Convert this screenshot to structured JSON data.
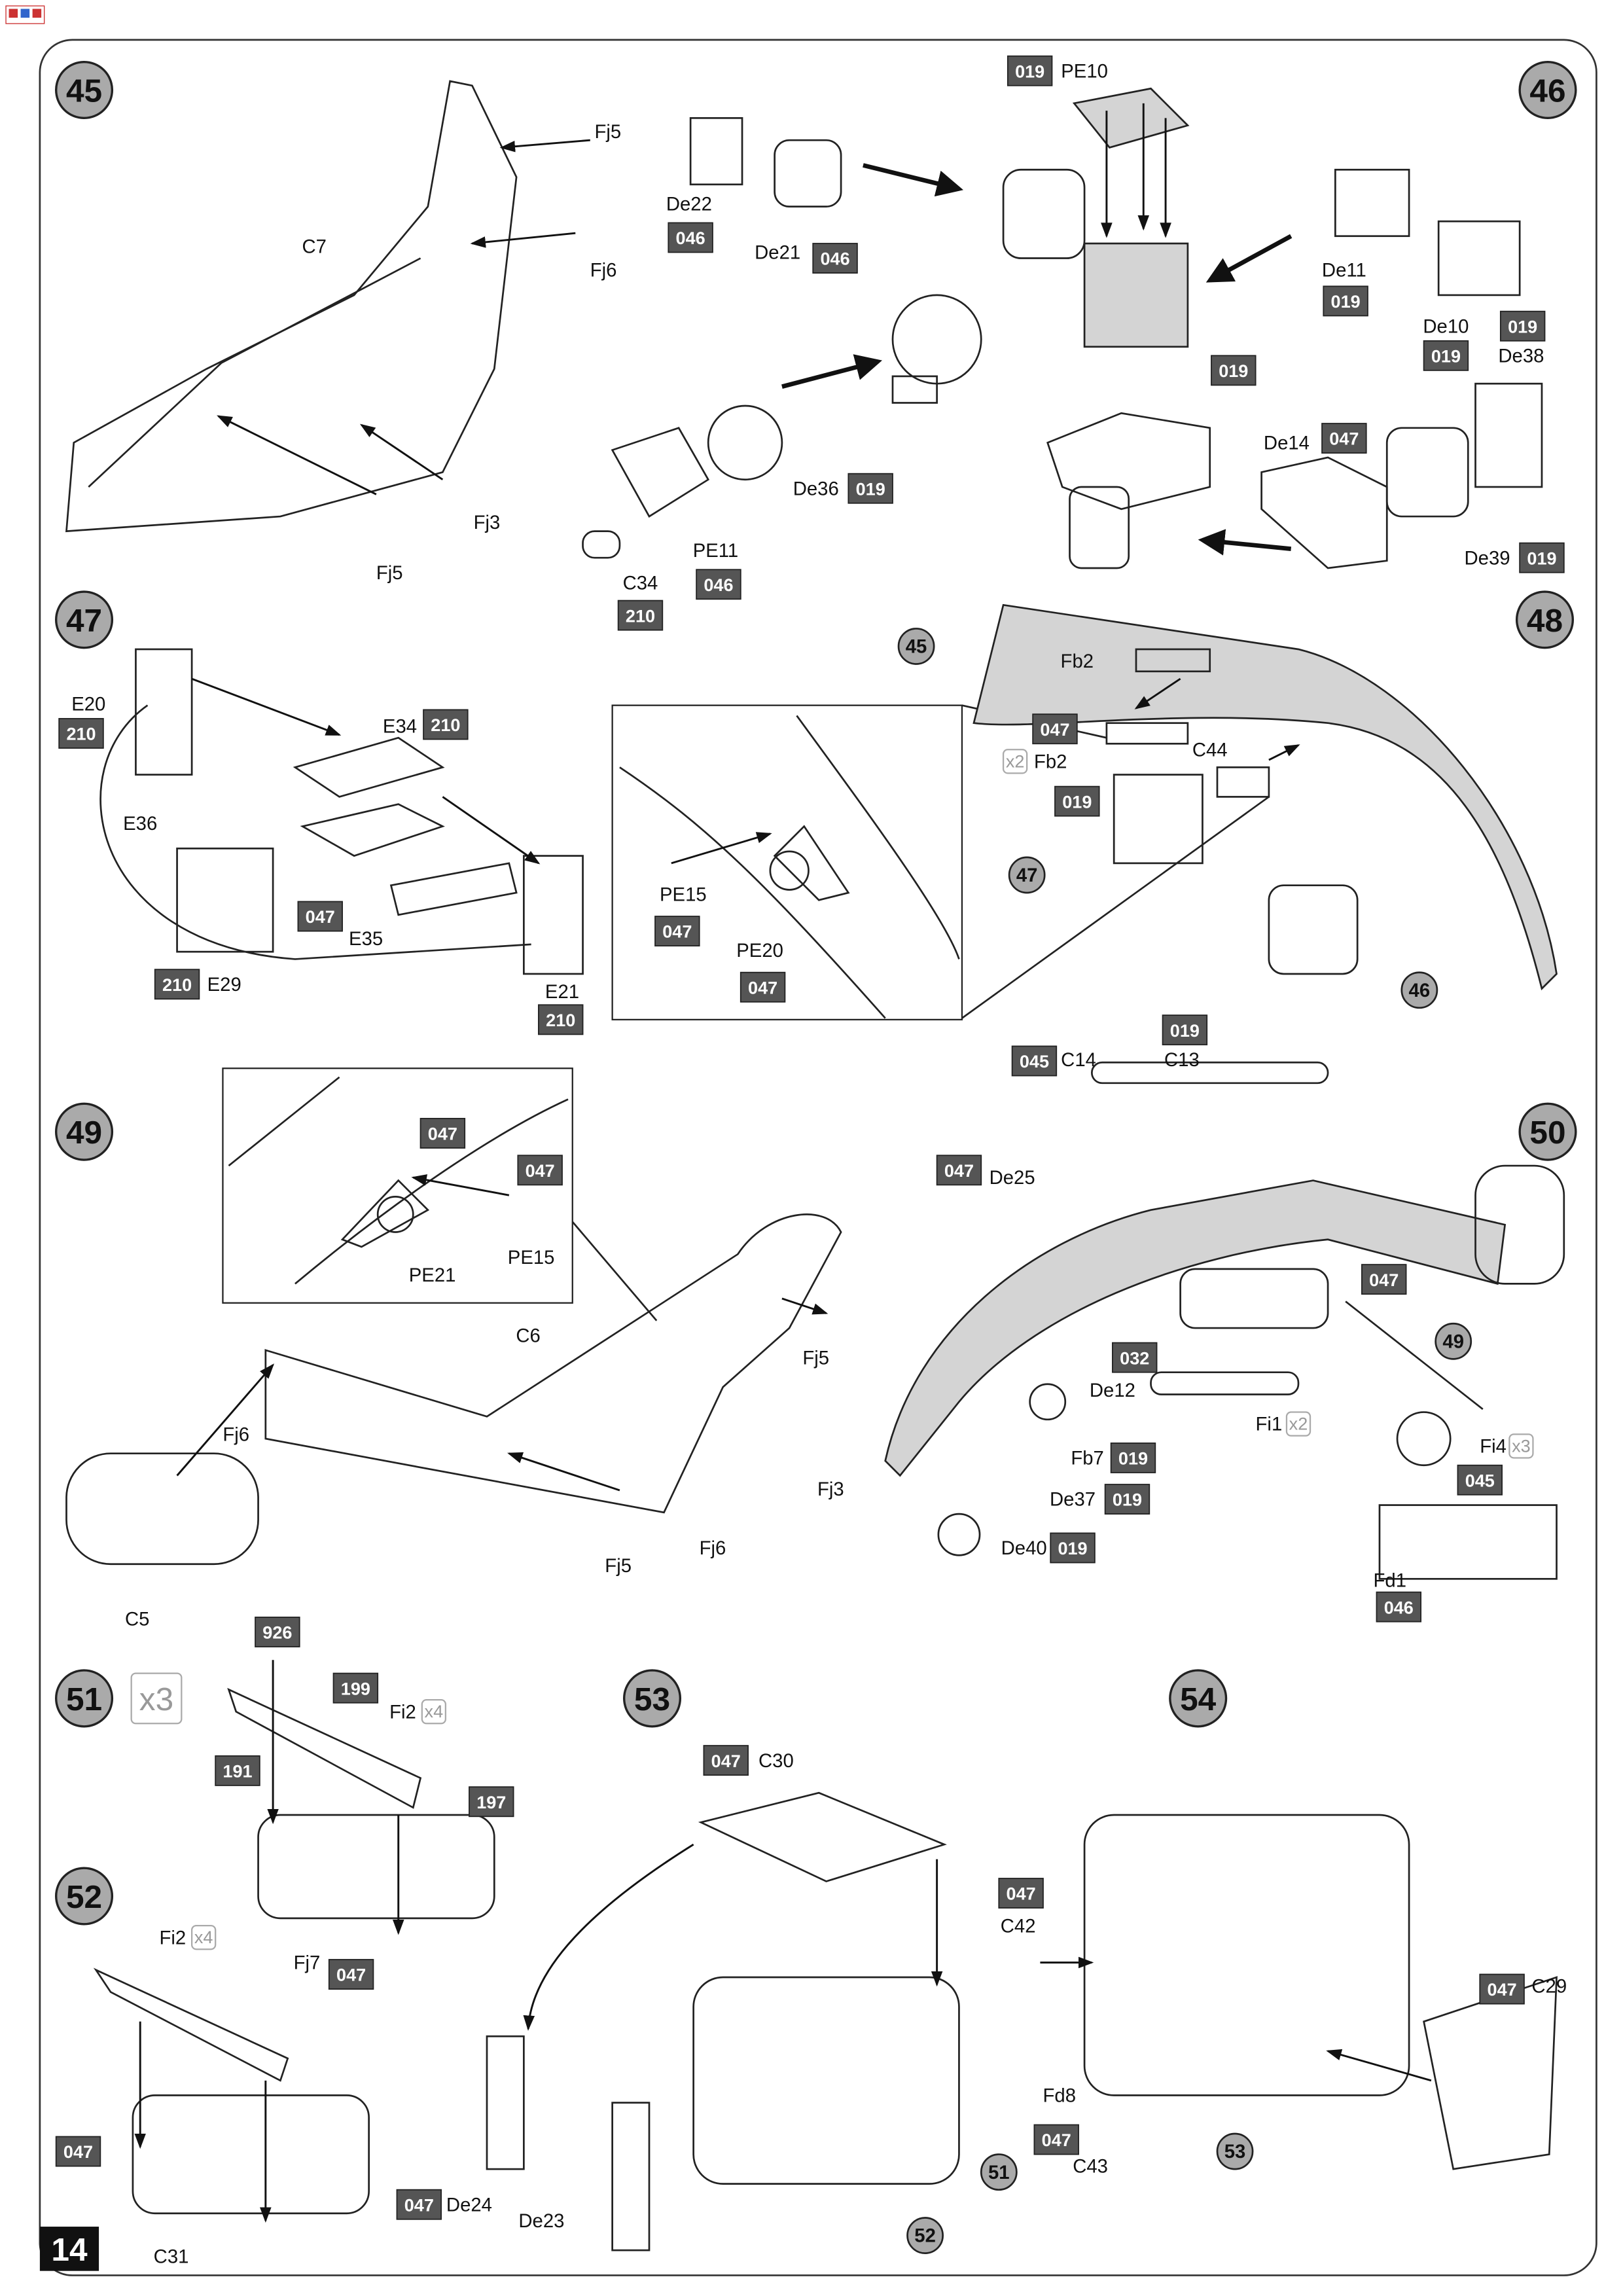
{
  "page_number": "14",
  "colors": {
    "code_box": "#555555",
    "step_circle": "#aaaaaa",
    "plate": "#d4d4d4"
  },
  "s45": {
    "n": "45",
    "parts": [
      "Fj5",
      "Fj6",
      "C7",
      "Fj3",
      "Fj5"
    ]
  },
  "s46": {
    "n": "46",
    "parts": [
      "PE10",
      "De22",
      "De21",
      "De11",
      "De10",
      "De38",
      "De36",
      "PE11",
      "C34",
      "De14",
      "De39"
    ],
    "codes": [
      "019",
      "046",
      "046",
      "019",
      "019",
      "019",
      "019",
      "019",
      "046",
      "210",
      "047",
      "019"
    ]
  },
  "s47": {
    "n": "47",
    "parts": [
      "E20",
      "E34",
      "E36",
      "E35",
      "E29",
      "E21"
    ],
    "codes": [
      "210",
      "210",
      "047",
      "210",
      "210"
    ]
  },
  "inset47": {
    "parts": [
      "PE15",
      "PE20"
    ],
    "codes": [
      "047",
      "047"
    ]
  },
  "s48": {
    "n": "48",
    "parts": [
      "Fb2",
      "Fb2",
      "C44"
    ],
    "mult": [
      "x2"
    ],
    "codes": [
      "047",
      "019"
    ],
    "refs": [
      "45",
      "47",
      "46"
    ]
  },
  "inset49": {
    "parts": [
      "PE21",
      "PE15"
    ],
    "codes": [
      "047",
      "047"
    ]
  },
  "s49": {
    "n": "49",
    "parts": [
      "C6",
      "Fj5",
      "Fj6",
      "Fj3",
      "Fj5",
      "Fj6",
      "C5"
    ]
  },
  "s50": {
    "n": "50",
    "parts": [
      "C13",
      "C14",
      "De25",
      "De12",
      "Fi1",
      "Fb7",
      "De37",
      "De40",
      "Fi4",
      "Fd1"
    ],
    "mult": [
      "x2",
      "x3"
    ],
    "codes": [
      "019",
      "045",
      "047",
      "047",
      "032",
      "019",
      "019",
      "019",
      "045",
      "046"
    ],
    "refs": [
      "49"
    ]
  },
  "s51": {
    "n": "51",
    "mult": [
      "x3",
      "x4"
    ],
    "parts": [
      "Fi2",
      "Fj7"
    ],
    "codes": [
      "926",
      "199",
      "191",
      "197",
      "047"
    ]
  },
  "s52": {
    "n": "52",
    "mult": [
      "x4"
    ],
    "parts": [
      "Fi2",
      "C31"
    ],
    "codes": [
      "047"
    ]
  },
  "s53": {
    "n": "53",
    "parts": [
      "C30",
      "De24",
      "De23"
    ],
    "codes": [
      "047",
      "047"
    ],
    "refs": [
      "51",
      "52"
    ]
  },
  "s54": {
    "n": "54",
    "parts": [
      "C42",
      "Fd8",
      "C43",
      "C29"
    ],
    "codes": [
      "047",
      "047",
      "047"
    ],
    "refs": [
      "53"
    ]
  }
}
